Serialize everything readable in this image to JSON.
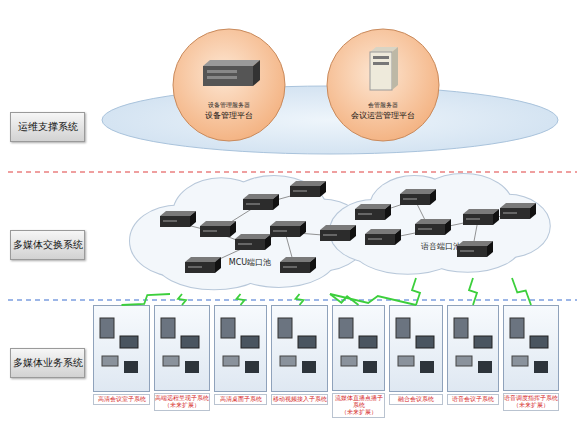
{
  "diagram": {
    "nodes": [
      {
        "text": [
          "运维支撑系统"
        ]
      },
      {
        "text": [
          "设备管理服务器",
          "设备管理平台"
        ]
      },
      {
        "text": [
          "会管服务器",
          "会议运营管理平台"
        ]
      },
      {
        "text": [
          "多媒体交换系统"
        ]
      },
      {
        "text": [
          "MCU端口池"
        ]
      },
      {
        "text": [
          "语音端口池"
        ]
      },
      {
        "text": [
          "多媒体业务系统"
        ]
      },
      {
        "text": [
          "高清会议室子系统"
        ]
      },
      {
        "text": [
          "高端远程呈现子系统",
          "（未来扩展）"
        ]
      },
      {
        "text": [
          "高清桌面子系统"
        ]
      },
      {
        "text": [
          "移动视频接入子系统"
        ]
      },
      {
        "text": [
          "流媒体直播点播子系统",
          "（未来扩展）"
        ]
      },
      {
        "text": [
          "融合会议系统"
        ]
      },
      {
        "text": [
          "语音会议子系统"
        ]
      },
      {
        "text": [
          "语音调度指挥子系统",
          "（未来扩展）"
        ]
      }
    ],
    "edges": [
      {
        "from": 4,
        "to": 7,
        "arrow": "none"
      },
      {
        "from": 4,
        "to": 8,
        "arrow": "none"
      },
      {
        "from": 4,
        "to": 9,
        "arrow": "none"
      },
      {
        "from": 4,
        "to": 10,
        "arrow": "none"
      },
      {
        "from": 4,
        "to": 11,
        "arrow": "none"
      },
      {
        "from": 4,
        "to": 12,
        "arrow": "none"
      },
      {
        "from": 5,
        "to": 12,
        "arrow": "none"
      },
      {
        "from": 5,
        "to": 13,
        "arrow": "none"
      },
      {
        "from": 5,
        "to": 14,
        "arrow": "none"
      }
    ]
  }
}
